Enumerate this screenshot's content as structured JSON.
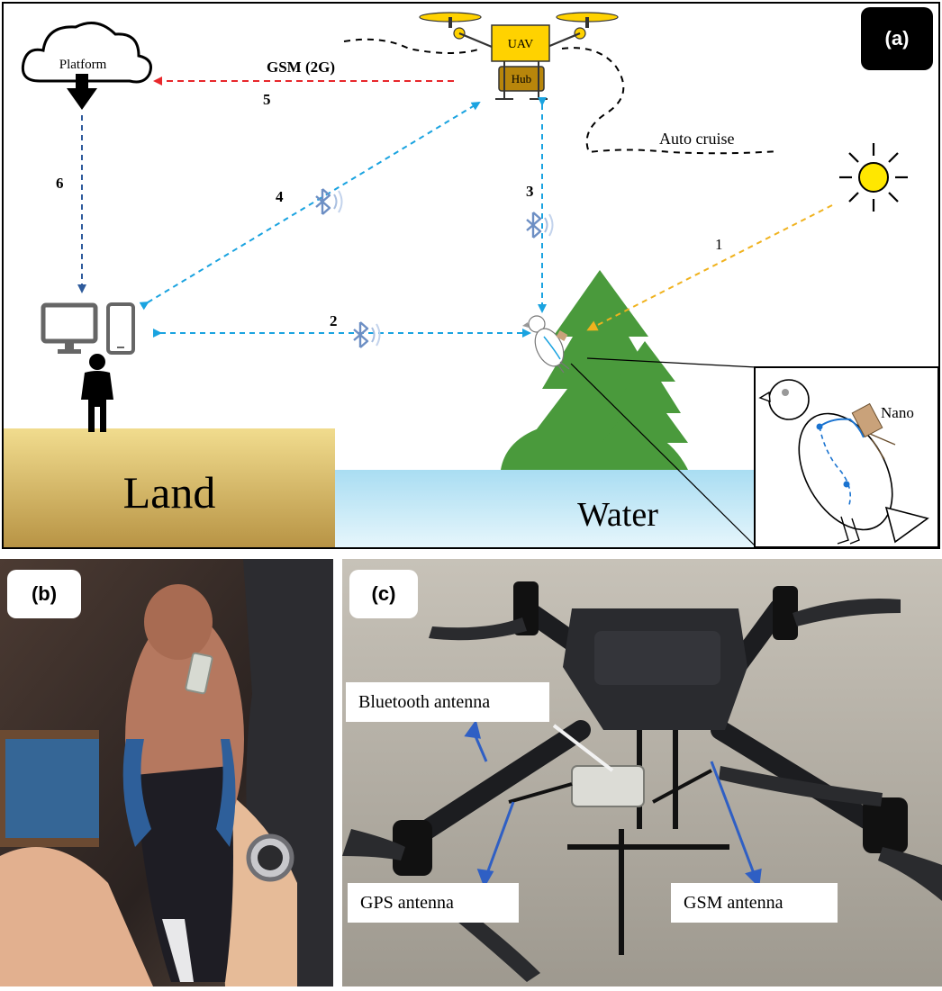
{
  "panel_a": {
    "tag": "(a)",
    "platform_label": "Platform",
    "uav_label": "UAV",
    "hub_label": "Hub",
    "gsm_label": "GSM (2G)",
    "auto_cruise_label": "Auto cruise",
    "land_label": "Land",
    "water_label": "Water",
    "nano_label": "Nano",
    "step_labels": [
      "1",
      "2",
      "3",
      "4",
      "5",
      "6"
    ],
    "icons": [
      "cloud-icon",
      "download-arrow-icon",
      "drone-icon",
      "sun-icon",
      "monitor-icon",
      "phone-icon",
      "person-icon",
      "bluetooth-icon",
      "tree-icon",
      "bird-icon"
    ],
    "colors": {
      "bluetooth_link": "#1aa3e0",
      "gsm_link": "#e8272b",
      "platform_link": "#2f5b9c",
      "solar_link": "#f0b21e",
      "land": "#ecd58a",
      "water": "#bfe6f5",
      "tree": "#4a9a3c",
      "uav": "#ffd200",
      "hub": "#b8860b"
    }
  },
  "panel_b": {
    "tag": "(b)"
  },
  "panel_c": {
    "tag": "(c)",
    "bluetooth_antenna": "Bluetooth antenna",
    "gps_antenna": "GPS antenna",
    "gsm_antenna": "GSM antenna"
  }
}
